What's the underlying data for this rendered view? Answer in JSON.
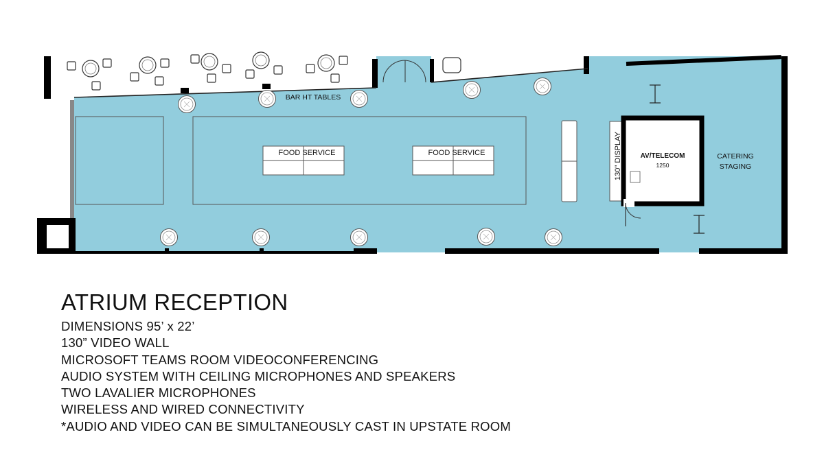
{
  "plan": {
    "labels": {
      "bar_tables": "BAR HT TABLES",
      "food_service_1": "FOOD SERVICE",
      "food_service_2": "FOOD SERVICE",
      "display": "130\" DISPLAY",
      "av_telecom": "AV/TELECOM",
      "room_number": "1250",
      "catering_line1": "CATERING",
      "catering_line2": "STAGING"
    },
    "colors": {
      "floor": "#92cddd",
      "wall": "#000000",
      "furniture": "#ffffff"
    }
  },
  "info": {
    "title": "ATRIUM RECEPTION",
    "lines": [
      "DIMENSIONS 95’ x 22’",
      "130” VIDEO WALL",
      "MICROSOFT TEAMS ROOM VIDEOCONFERENCING",
      "AUDIO SYSTEM WITH CEILING MICROPHONES AND SPEAKERS",
      "TWO LAVALIER MICROPHONES",
      "WIRELESS AND WIRED CONNECTIVITY",
      "*AUDIO AND VIDEO CAN BE SIMULTANEOUSLY CAST IN UPSTATE ROOM"
    ]
  }
}
